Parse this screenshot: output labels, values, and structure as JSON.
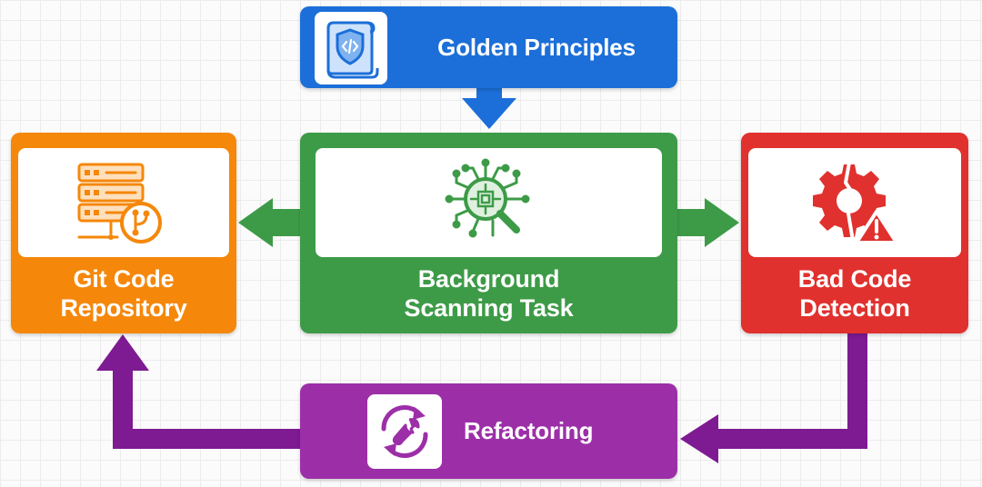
{
  "nodes": {
    "golden_principles": {
      "label": "Golden Principles",
      "icon": "shield-code-scroll-icon",
      "color": "#1c6fd8"
    },
    "background_scanning": {
      "label_line1": "Background",
      "label_line2": "Scanning Task",
      "icon": "circuit-magnifier-icon",
      "color": "#3d9b47"
    },
    "git_repository": {
      "label_line1": "Git Code",
      "label_line2": "Repository",
      "icon": "server-git-branch-icon",
      "color": "#f5870a"
    },
    "bad_code_detection": {
      "label_line1": "Bad Code",
      "label_line2": "Detection",
      "icon": "broken-gear-warning-icon",
      "color": "#e0312e"
    },
    "refactoring": {
      "label": "Refactoring",
      "icon": "wrench-cycle-icon",
      "color": "#9c2fa8"
    }
  },
  "edges": [
    {
      "from": "golden_principles",
      "to": "background_scanning",
      "color": "#1c6fd8"
    },
    {
      "from": "background_scanning",
      "to": "git_repository",
      "color": "#3d9b47"
    },
    {
      "from": "background_scanning",
      "to": "bad_code_detection",
      "color": "#3d9b47"
    },
    {
      "from": "bad_code_detection",
      "to": "refactoring",
      "color": "#7e1a92"
    },
    {
      "from": "refactoring",
      "to": "git_repository",
      "color": "#7e1a92"
    }
  ]
}
